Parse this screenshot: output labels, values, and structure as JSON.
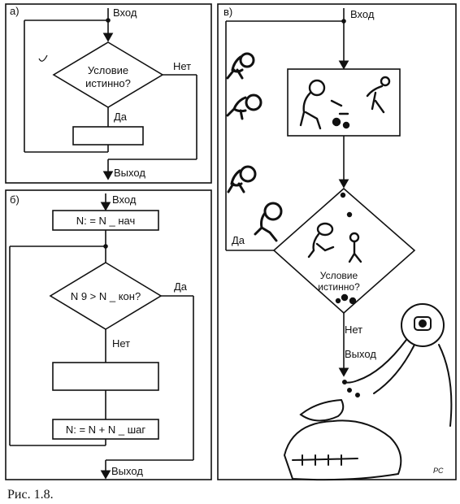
{
  "panel_a": {
    "label": "а)",
    "entry": "Вход",
    "condition_line1": "Условие",
    "condition_line2": "истинно?",
    "no": "Нет",
    "yes": "Да",
    "exit": "Выход"
  },
  "panel_b": {
    "label": "б)",
    "entry": "Вход",
    "init": "N: = N _ нач",
    "condition": "N 9 > N _ кон?",
    "yes": "Да",
    "no": "Нет",
    "step": "N: = N + N _ шаг",
    "exit": "Выход"
  },
  "panel_c": {
    "label": "в)",
    "entry": "Вход",
    "yes": "Да",
    "condition_line1": "Условие",
    "condition_line2": "истинно?",
    "no": "Нет",
    "exit": "Выход",
    "signature": "РС"
  },
  "caption": "Рис. 1.8."
}
